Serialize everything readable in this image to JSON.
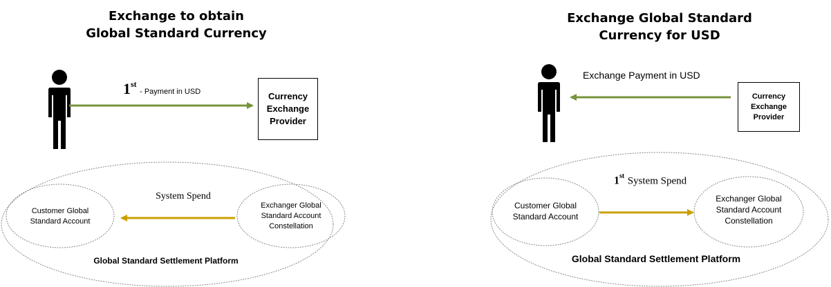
{
  "left": {
    "title_line1": "Exchange to obtain",
    "title_line2": "Global Standard Currency",
    "ordinal_number": "1",
    "ordinal_suffix": "st",
    "payment_label": "- Payment in USD",
    "provider_line1": "Currency",
    "provider_line2": "Exchange",
    "provider_line3": "Provider",
    "spend_label": "System Spend",
    "customer_line1": "Customer Global",
    "customer_line2": "Standard Account",
    "exchanger_line1": "Exchanger Global",
    "exchanger_line2": "Standard Account",
    "exchanger_line3": "Constellation",
    "platform_label": "Global Standard Settlement Platform"
  },
  "right": {
    "title_line1": "Exchange Global Standard",
    "title_line2": "Currency for USD",
    "payment_label": "Exchange Payment in USD",
    "provider_line1": "Currency",
    "provider_line2": "Exchange",
    "provider_line3": "Provider",
    "ordinal_number": "1",
    "ordinal_suffix": "st",
    "spend_label": "System Spend",
    "customer_line1": "Customer Global",
    "customer_line2": "Standard Account",
    "exchanger_line1": "Exchanger Global",
    "exchanger_line2": "Standard Account",
    "exchanger_line3": "Constellation",
    "platform_label": "Global Standard Settlement Platform"
  },
  "colors": {
    "payment_arrow": "#77933c",
    "spend_arrow": "#c9a000",
    "ellipse_stroke": "#888888",
    "person_fill": "#000000"
  },
  "icons": [
    "person-icon",
    "person-icon"
  ]
}
